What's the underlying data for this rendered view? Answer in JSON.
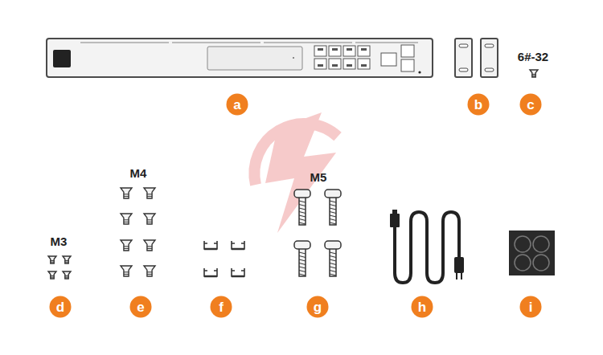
{
  "diagram": {
    "labels": [
      "a",
      "b",
      "6#-32",
      "c",
      "M4",
      "M3",
      "M5",
      "d",
      "e",
      "f",
      "g",
      "h",
      "i"
    ]
  }
}
